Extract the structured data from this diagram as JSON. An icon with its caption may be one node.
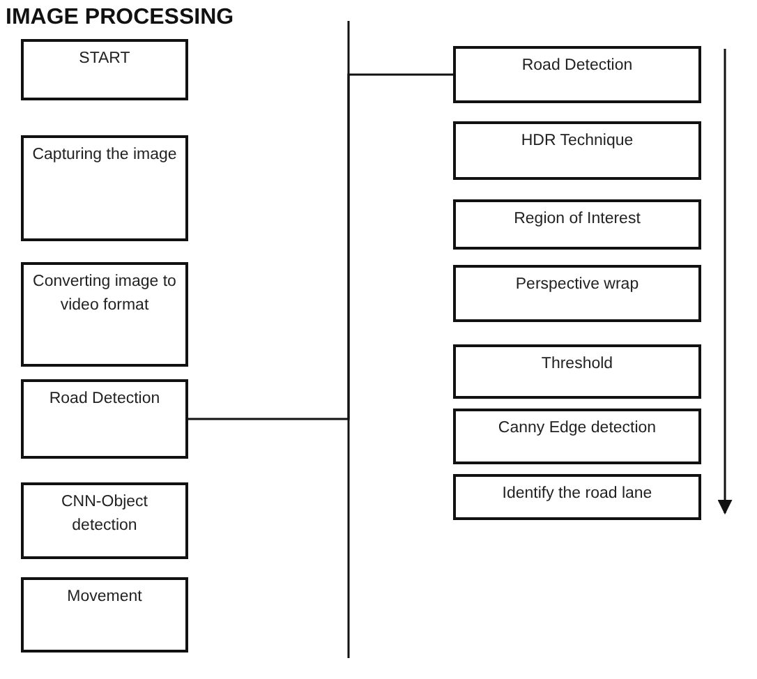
{
  "diagram": {
    "title": "IMAGE PROCESSING",
    "nodes": [
      {
        "text": [
          "START"
        ]
      },
      {
        "text": [
          "Capturing the image"
        ]
      },
      {
        "text": [
          "Converting image to video format"
        ]
      },
      {
        "text": [
          "Road Detection"
        ]
      },
      {
        "text": [
          "CNN-Object detection"
        ]
      },
      {
        "text": [
          "Movement"
        ]
      },
      {
        "text": [
          "Road Detection"
        ]
      },
      {
        "text": [
          "HDR Technique"
        ]
      },
      {
        "text": [
          "Region of Interest"
        ]
      },
      {
        "text": [
          "Perspective wrap"
        ]
      },
      {
        "text": [
          "Threshold"
        ]
      },
      {
        "text": [
          "Canny Edge detection"
        ]
      },
      {
        "text": [
          "Identify the road lane"
        ]
      }
    ],
    "edges": [
      {
        "from": 3,
        "to": 6,
        "arrow": "none"
      }
    ]
  }
}
